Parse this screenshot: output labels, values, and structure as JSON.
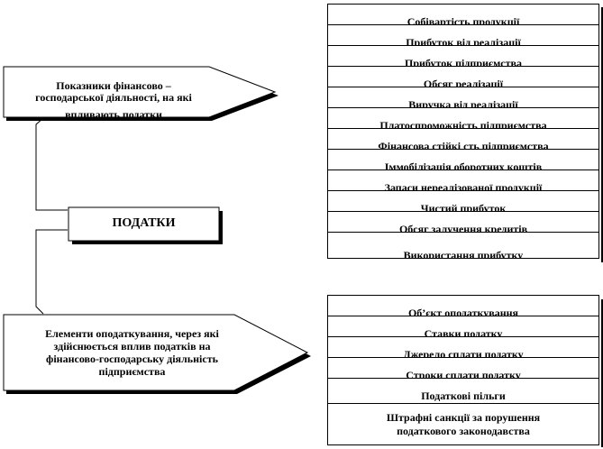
{
  "indicators": {
    "label_line1": "Показники фінансово –",
    "label_line2": "господарської діяльності,  на які",
    "label_line3": "впливають податки",
    "items": [
      "Собівартість продукції",
      "Прибуток від реалізації",
      "Прибуток підприємства",
      "Обсяг реалізації",
      "Виручка від реалізації",
      "Платоспроможність підприємства",
      "Фінансова стійкі  сть підприємства",
      "Іммобілізація  оборотних коштів",
      "Запаси нереалізованої продукції",
      "Чистий прибуток",
      "Обсяг залучення кредитів",
      "Використання прибутку"
    ]
  },
  "center": {
    "label": "ПОДАТКИ"
  },
  "elements": {
    "label_line1": "Елементи оподаткування, через які",
    "label_line2": "здійснюється вплив податків на",
    "label_line3": "фінансово-господарську  діяльність",
    "label_line4": "підприємства",
    "items": [
      "Об’єкт оподаткування",
      "Ставки податку",
      "Джерело сплати податку",
      "Строки сплати податку",
      "Податкові пільги"
    ],
    "last_item_line1": "Штрафні  санкції  за порушення",
    "last_item_line2": "податкового законодавства"
  }
}
